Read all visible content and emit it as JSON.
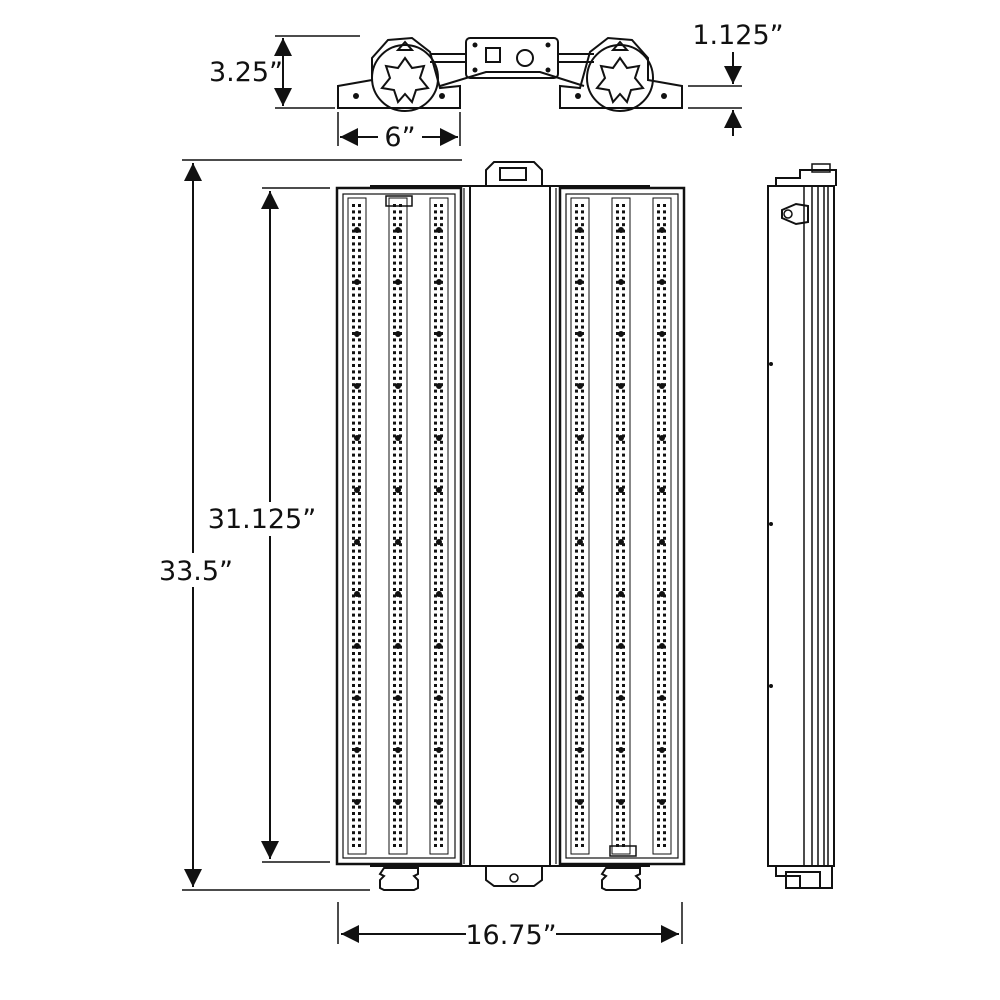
{
  "dimensions": {
    "bracket_height": "3.25”",
    "bracket_width": "6”",
    "bracket_thickness": "1.125”",
    "led_length": "31.125”",
    "overall_length": "33.5”",
    "overall_width": "16.75”"
  },
  "colors": {
    "line": "#111111",
    "background": "#ffffff"
  },
  "led_columns_per_panel": 3
}
